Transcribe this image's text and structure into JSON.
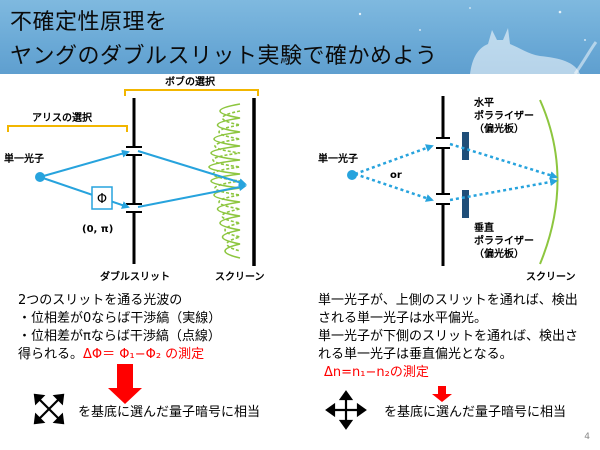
{
  "title": {
    "line1": "不確定性原理を",
    "line2": "ヤングのダブルスリット実験で確かめよう"
  },
  "left_diagram": {
    "bob_choice": "ボブの選択",
    "alice_choice": "アリスの選択",
    "single_photon": "単一光子",
    "phase_symbol": "Φ",
    "phase_values": "(0, π)",
    "double_slit": "ダブルスリット",
    "screen": "スクリーン"
  },
  "right_diagram": {
    "single_photon": "単一光子",
    "or": "or",
    "horizontal_polarizer": [
      "水平",
      "ポラライザー",
      "（偏光板）"
    ],
    "vertical_polarizer": [
      "垂直",
      "ポラライザー",
      "（偏光板）"
    ],
    "screen": "スクリーン"
  },
  "left_text": {
    "line1": "2つのスリットを通る光波の",
    "line2": "・位相差が0ならば干渉縞（実線）",
    "line3": "・位相差がπならば干渉縞（点線）",
    "line4_black": "得られる。",
    "line4_red": "ΔΦ＝ Φ₁−Φ₂ の測定",
    "conclusion": "を基底に選んだ量子暗号に相当"
  },
  "right_text": {
    "line1": "単一光子が、上側のスリットを通れば、検出",
    "line2": "される単一光子は水平偏光。",
    "line3": "単一光子が下側のスリットを通れば、検出さ",
    "line4": "れる単一光子は垂直偏光となる。",
    "line5_red": "Δn=n₁−n₂の測定",
    "conclusion": "を基底に選んだ量子暗号に相当"
  },
  "page_number": "4",
  "colors": {
    "header": "#6aa9d6",
    "photon": "#27a3dd",
    "beam": "#27a3dd",
    "wave": "#8dc63f",
    "bracket": "#f2b600",
    "polarizer": "#1f4e79",
    "measure_red": "#ff0000"
  }
}
